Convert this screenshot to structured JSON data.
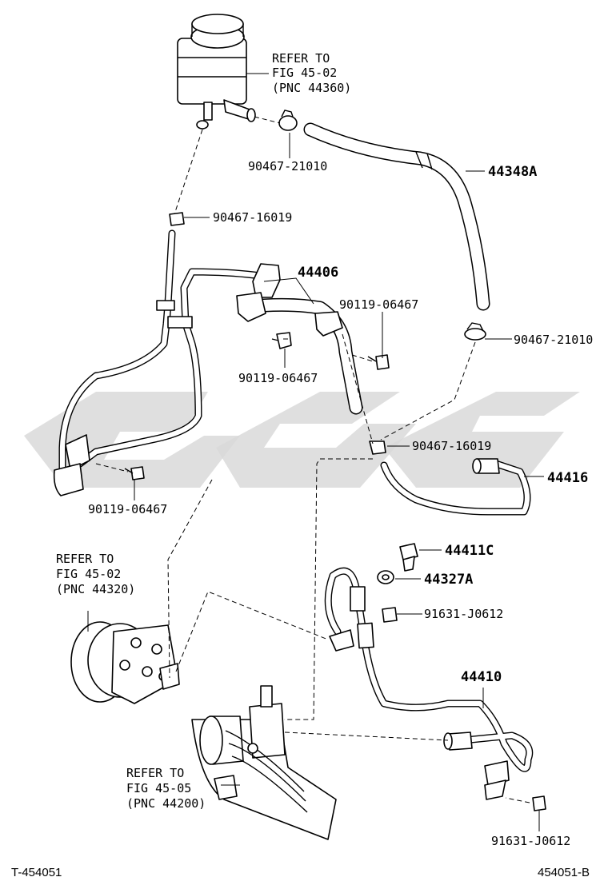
{
  "diagram": {
    "parts": {
      "p44348A": "44348A",
      "p44406": "44406",
      "p44416": "44416",
      "p44411C": "44411C",
      "p44327A": "44327A",
      "p44410": "44410"
    },
    "fasteners": {
      "clamp_21010_top": "90467-21010",
      "clamp_16019_left": "90467-16019",
      "bolt_06467_right": "90119-06467",
      "bolt_06467_center": "90119-06467",
      "clamp_21010_right": "90467-21010",
      "clamp_16019_mid": "90467-16019",
      "bolt_06467_left": "90119-06467",
      "bolt_j0612_mid": "91631-J0612",
      "bolt_j0612_bottom": "91631-J0612"
    },
    "refs": {
      "reservoir": [
        "REFER TO",
        "FIG 45-02",
        "(PNC 44360)"
      ],
      "pump": [
        "REFER TO",
        "FIG 45-02",
        "(PNC 44320)"
      ],
      "gear": [
        "REFER TO",
        "FIG 45-05",
        "(PNC 44200)"
      ]
    },
    "footer": {
      "left_code": "T-454051",
      "right_code": "454051-B"
    }
  }
}
